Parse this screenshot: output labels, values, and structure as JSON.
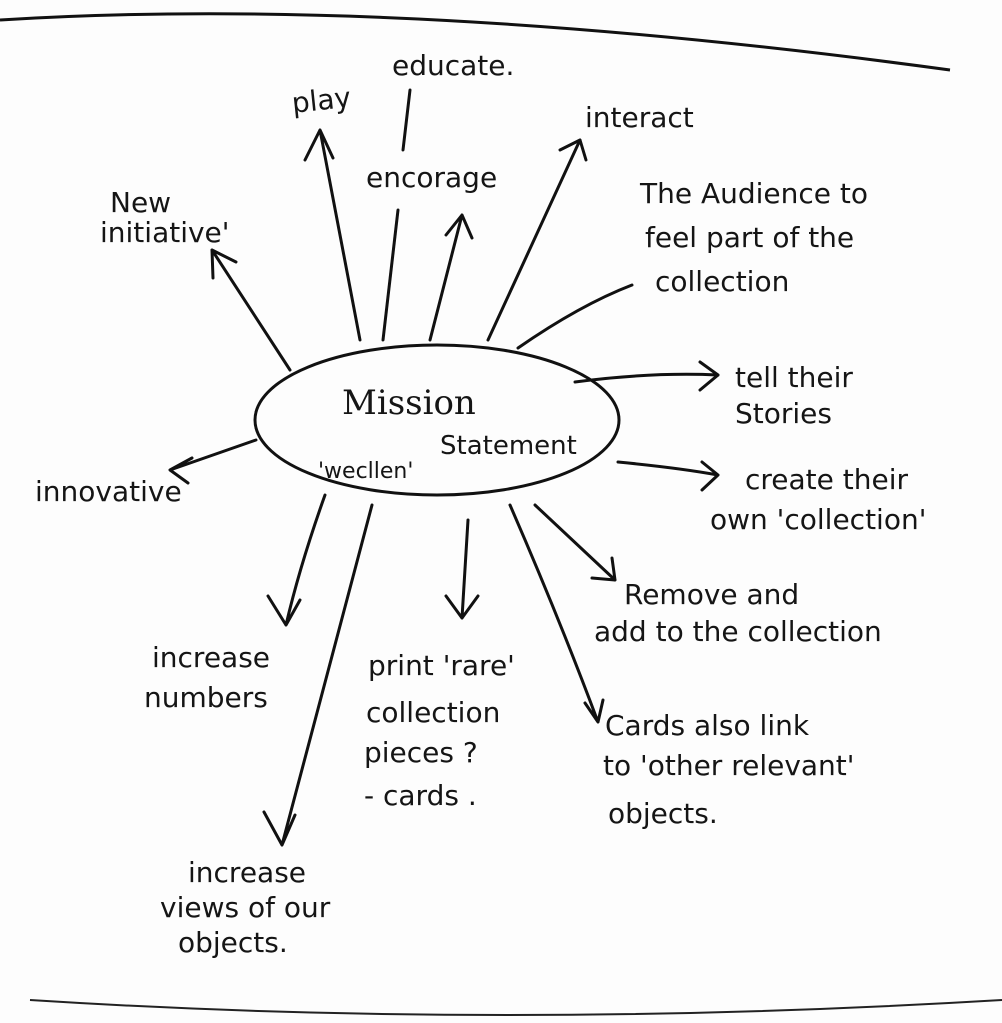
{
  "diagram": {
    "center": {
      "title": "Mission",
      "subtitle": "Statement",
      "note": "'wecllen'"
    },
    "branches": {
      "play": "play",
      "educate": "educate.",
      "encourage": "encorage",
      "interact": "interact",
      "audience": [
        "The Audience to",
        "feel part of the",
        "collection"
      ],
      "tell_stories": [
        "tell their",
        "Stories"
      ],
      "create": [
        "create their",
        "own 'collection'"
      ],
      "remove_add": [
        "Remove and",
        "add to the collection"
      ],
      "cards_link": [
        "Cards also link",
        "to 'other relevant'",
        "objects."
      ],
      "print_rare": [
        "print 'rare'",
        "collection",
        "pieces ?",
        "- cards ."
      ],
      "increase_views": [
        "increase",
        "views of our",
        "objects."
      ],
      "increase_numbers": [
        "increase",
        "numbers"
      ],
      "innovative": "innovative",
      "new_initiative": [
        "New",
        "initiative'"
      ]
    }
  }
}
